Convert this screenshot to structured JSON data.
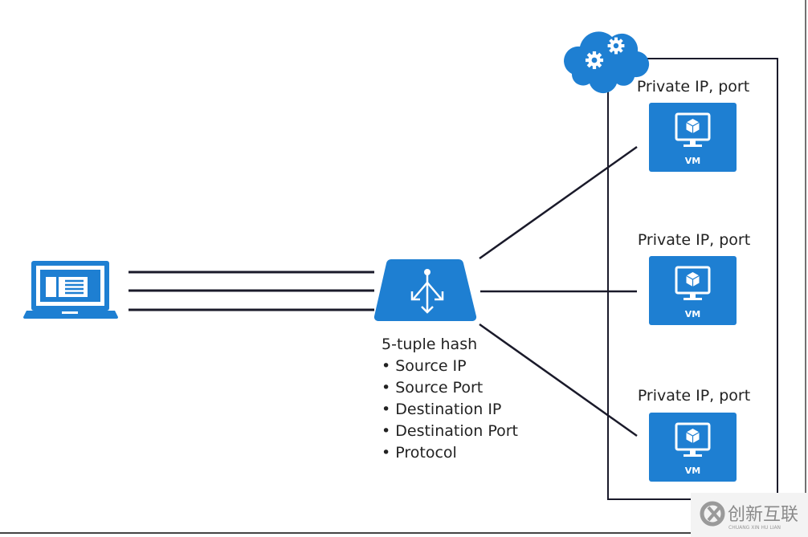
{
  "colors": {
    "azure_blue": "#1e7fd2",
    "line": "#1a1a2a"
  },
  "client": {
    "icon": "laptop-icon"
  },
  "cloud_service": {
    "icon": "cloud-gears-icon"
  },
  "load_balancer": {
    "icon": "load-balancer-icon",
    "title": "5-tuple hash",
    "items": [
      "• Source IP",
      "• Source Port",
      "• Destination IP",
      "• Destination Port",
      "• Protocol"
    ]
  },
  "vms": [
    {
      "label": "Private IP, port",
      "name": "VM"
    },
    {
      "label": "Private IP, port",
      "name": "VM"
    },
    {
      "label": "Private IP, port",
      "name": "VM"
    }
  ],
  "watermark": {
    "text": "创新互联",
    "subtext": "CHUANG XIN HU LIAN"
  }
}
